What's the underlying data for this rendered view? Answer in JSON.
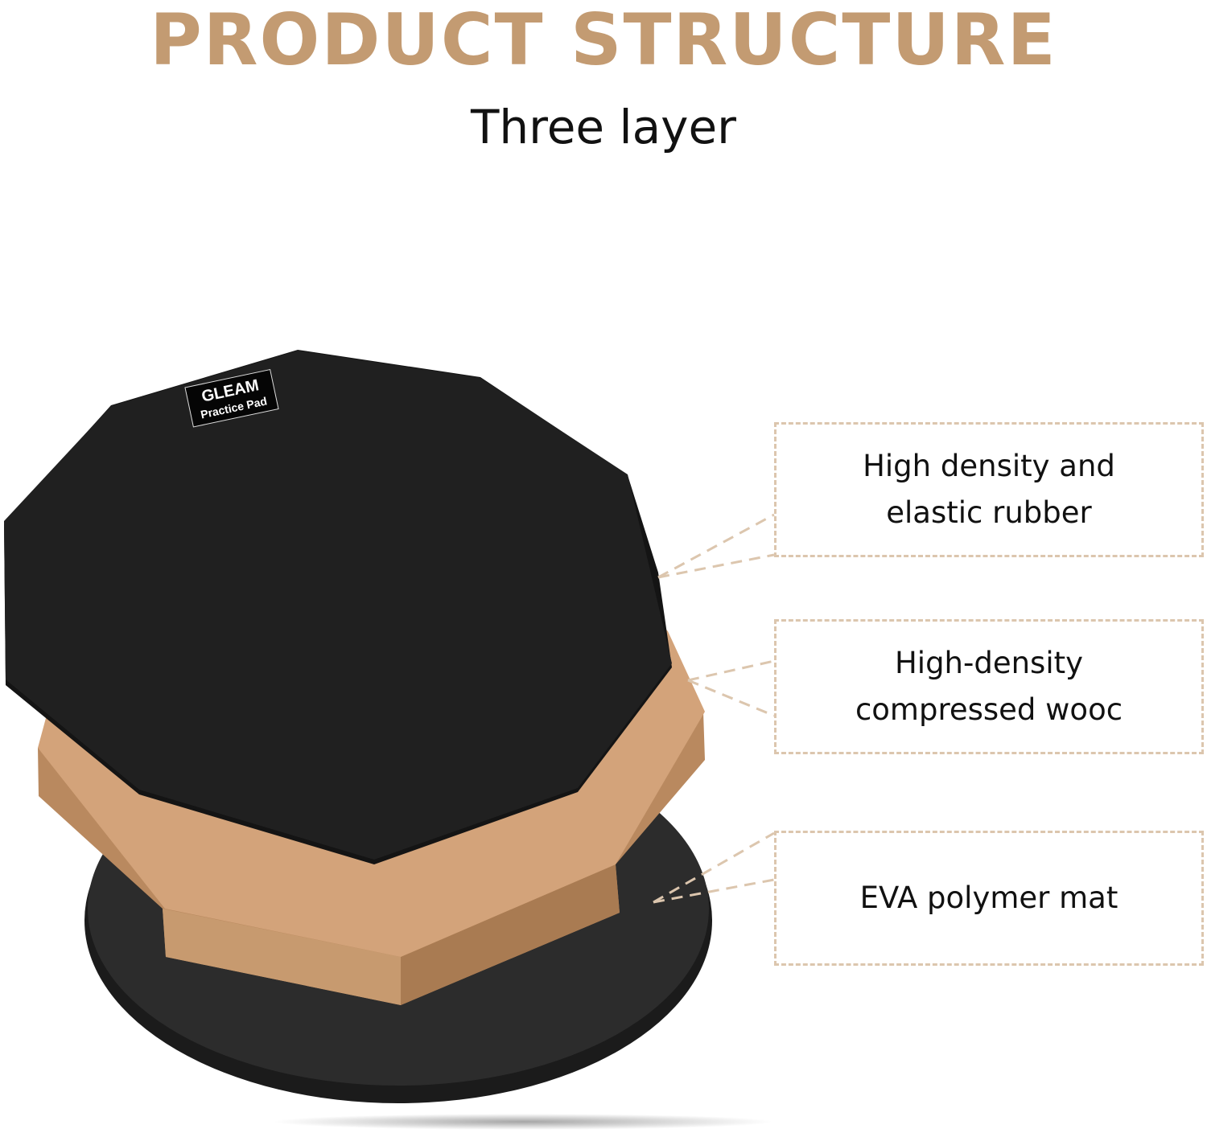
{
  "heading": "PRODUCT STRUCTURE",
  "subheading": "Three layer",
  "badge": {
    "brand": "GLEAM",
    "product": "Practice Pad"
  },
  "layers": [
    {
      "label": "High density and\nelastic rubber",
      "color": "#1E1E1E"
    },
    {
      "label": "High-density\ncompressed wooc",
      "color": "#D3A37A"
    },
    {
      "label": "EVA polymer mat",
      "color": "#2A2A2A"
    }
  ],
  "colors": {
    "accent": "#C39B72",
    "dashed_border": "#DCC6AE",
    "text": "#111111"
  }
}
